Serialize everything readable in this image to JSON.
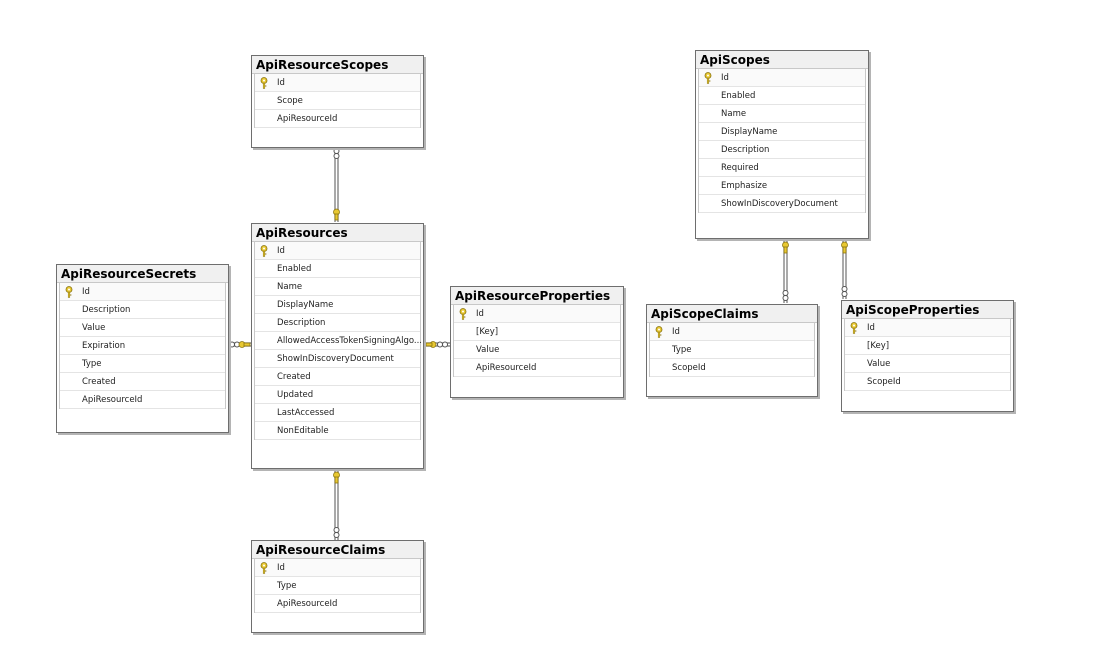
{
  "tables": {
    "ApiResourceScopes": {
      "title": "ApiResourceScopes",
      "columns": [
        "Id",
        "Scope",
        "ApiResourceId"
      ]
    },
    "ApiResources": {
      "title": "ApiResources",
      "columns": [
        "Id",
        "Enabled",
        "Name",
        "DisplayName",
        "Description",
        "AllowedAccessTokenSigningAlgo...",
        "ShowInDiscoveryDocument",
        "Created",
        "Updated",
        "LastAccessed",
        "NonEditable"
      ]
    },
    "ApiResourceSecrets": {
      "title": "ApiResourceSecrets",
      "columns": [
        "Id",
        "Description",
        "Value",
        "Expiration",
        "Type",
        "Created",
        "ApiResourceId"
      ]
    },
    "ApiResourceProperties": {
      "title": "ApiResourceProperties",
      "columns": [
        "Id",
        "[Key]",
        "Value",
        "ApiResourceId"
      ]
    },
    "ApiResourceClaims": {
      "title": "ApiResourceClaims",
      "columns": [
        "Id",
        "Type",
        "ApiResourceId"
      ]
    },
    "ApiScopes": {
      "title": "ApiScopes",
      "columns": [
        "Id",
        "Enabled",
        "Name",
        "DisplayName",
        "Description",
        "Required",
        "Emphasize",
        "ShowInDiscoveryDocument"
      ]
    },
    "ApiScopeClaims": {
      "title": "ApiScopeClaims",
      "columns": [
        "Id",
        "Type",
        "ScopeId"
      ]
    },
    "ApiScopeProperties": {
      "title": "ApiScopeProperties",
      "columns": [
        "Id",
        "[Key]",
        "Value",
        "ScopeId"
      ]
    }
  },
  "primary_key_column": "Id",
  "colors": {
    "border": "#6e6e6e",
    "header": "#f0f0f0",
    "key_icon": "#e8c832",
    "connector": "#6e6e6e"
  }
}
